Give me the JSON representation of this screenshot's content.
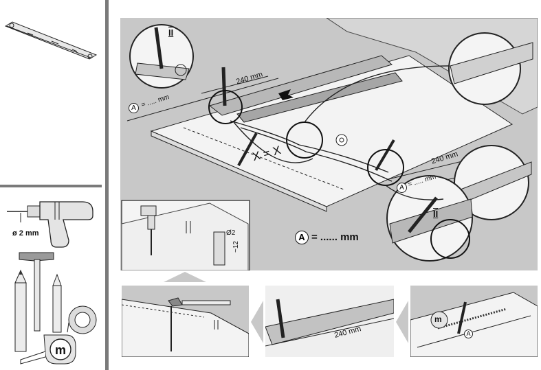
{
  "tools": {
    "drill_label": "ø 2 mm"
  },
  "main": {
    "dim_240_top": "240 mm",
    "dim_240_right": "240 mm",
    "a_marker": "A",
    "a_value_top": "= ..... mm",
    "a_value_right": "= ..... mm",
    "x_label": "X = X",
    "step_badge": "II",
    "legend_value": "= ...... mm",
    "inset_diameter": "Ø2",
    "inset_depth": "~12"
  },
  "steps": {
    "step2_dim": "240 mm",
    "m_label": "m"
  }
}
